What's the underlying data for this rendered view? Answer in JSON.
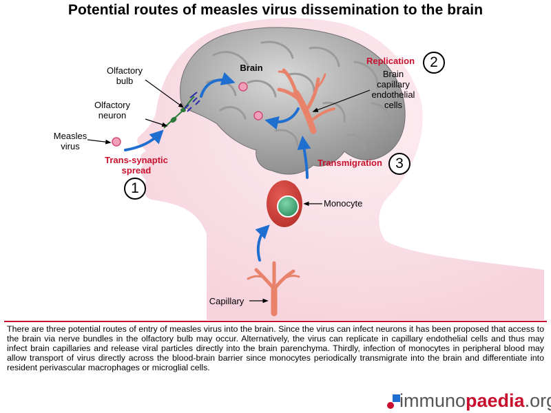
{
  "title": "Potential routes of measles virus dissemination to the brain",
  "labels": {
    "brain": "Brain",
    "olfactory_bulb": "Olfactory\nbulb",
    "olfactory_neuron": "Olfactory\nneuron",
    "measles_virus": "Measles\nvirus",
    "trans_synaptic": "Trans-synaptic\nspread",
    "replication": "Replication",
    "brain_endothelial": "Brain\ncapillary\nendothelial\ncells",
    "transmigration": "Transmigration",
    "monocyte": "Monocyte",
    "capillary": "Capillary"
  },
  "steps": {
    "one": "1",
    "two": "2",
    "three": "3"
  },
  "caption": "There are three potential routes of entry of measles virus into the brain. Since the virus can infect neurons it has been proposed that access to the brain via nerve bundles in the olfactory bulb may occur. Alternatively, the virus can replicate in capillary endothelial cells and thus may infect brain capillaries and release viral particles directly into the brain parenchyma. Thirdly, infection of monocytes in peripheral blood may allow transport of virus directly across the blood-brain barrier since monocytes periodically transmigrate into the brain and differentiate into resident perivascular macrophages or microglial cells.",
  "logo": {
    "prefix": "immuno",
    "highlight": "paedia",
    "suffix": ".org"
  },
  "colors": {
    "accent_red": "#c8102e",
    "arrow_blue": "#1f6fd1",
    "skin": "#f9dde4",
    "brain_gray": "#8e8e8e"
  }
}
